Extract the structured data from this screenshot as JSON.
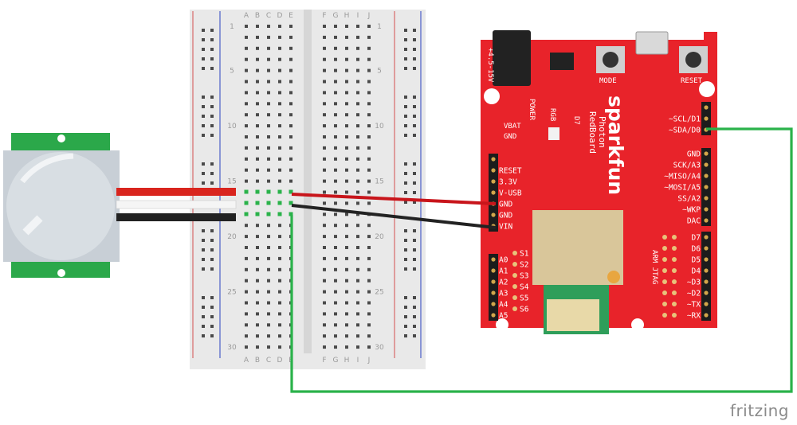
{
  "watermark": "fritzing",
  "colors": {
    "board_red": "#e8232a",
    "breadboard": "#e9e9e9",
    "wire_green": "#2ab24a",
    "wire_red": "#c8151b",
    "wire_black": "#222222",
    "sensor_green": "#2ba84a",
    "module_tan": "#d9c69a"
  },
  "breadboard": {
    "letters_left": [
      "A",
      "B",
      "C",
      "D",
      "E"
    ],
    "letters_right": [
      "F",
      "G",
      "H",
      "I",
      "J"
    ],
    "row_numbers": [
      "1",
      "5",
      "10",
      "15",
      "20",
      "25",
      "30"
    ]
  },
  "board": {
    "brand": "sparkfun",
    "model_line1": "Photon",
    "model_line2": "RedBoard",
    "voltage_label": "+4.5-15V",
    "mode_label": "MODE",
    "reset_label": "RESET",
    "power_label": "POWER",
    "rgb_label": "RGB",
    "d7_label": "D7",
    "vbat_pins": [
      "VBAT",
      "GND"
    ],
    "left_header": [
      "RESET",
      "3.3V",
      "V-USB",
      "GND",
      "GND",
      "VIN"
    ],
    "analog_header": [
      "A0",
      "A1",
      "A2",
      "A3",
      "A4",
      "A5"
    ],
    "s_labels": [
      "S1",
      "S2",
      "S3",
      "S4",
      "S5",
      "S6"
    ],
    "right_header_top": [
      "~SCL/D1",
      "~SDA/D0"
    ],
    "right_header_mid": [
      "GND",
      "SCK/A3",
      "~MISO/A4",
      "~MOSI/A5",
      "SS/A2",
      "~WKP",
      "DAC"
    ],
    "right_header_bottom": [
      "D7",
      "D6",
      "D5",
      "D4",
      "~D3",
      "~D2",
      "~TX",
      "~RX"
    ],
    "jtag_label": "ARM JTAG"
  }
}
